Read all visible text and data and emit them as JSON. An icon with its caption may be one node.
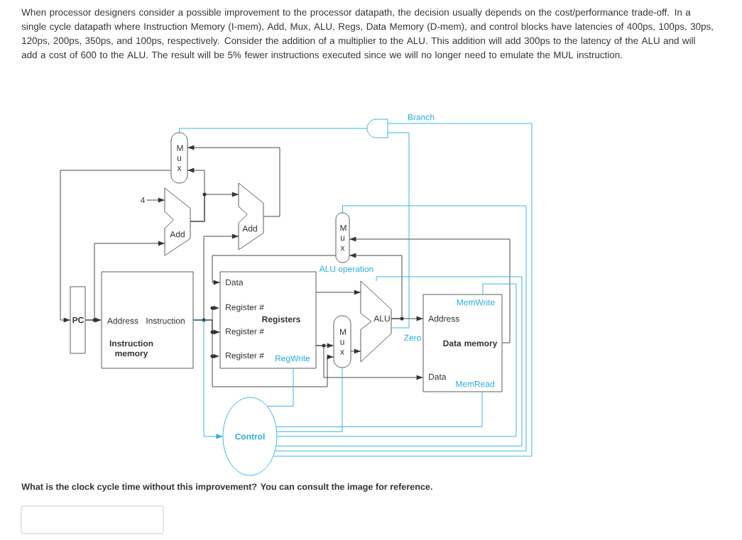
{
  "diagram": {
    "nodes": [
      {
        "text": [],
        "shape": "gate"
      },
      {
        "text": [
          "M u x"
        ]
      },
      {
        "text": [
          "4"
        ]
      },
      {
        "text": [
          "Add"
        ]
      },
      {
        "text": [
          "Add"
        ]
      },
      {
        "text": [
          "M u x"
        ]
      },
      {
        "text": [
          "PC"
        ]
      },
      {
        "text": [
          "Address",
          "Instruction",
          "Instruction memory"
        ]
      },
      {
        "text": [
          "Data",
          "Register #",
          "Registers",
          "Register #",
          "Register #",
          "RegWrite"
        ]
      },
      {
        "text": [
          "ALU"
        ]
      },
      {
        "text": [
          "M u x"
        ]
      },
      {
        "text": [
          "MemWrite",
          "Address",
          "Data memory",
          "Data",
          "MemRead"
        ]
      },
      {
        "text": [
          "Control"
        ]
      }
    ],
    "edges": [
      {
        "from": 1,
        "to": 6,
        "arrow": "to"
      },
      {
        "from": 6,
        "to": 7,
        "arrow": "to"
      },
      {
        "from": 6,
        "to": 3,
        "arrow": "to"
      },
      {
        "from": 2,
        "to": 3,
        "arrow": "to"
      },
      {
        "from": 3,
        "to": 1,
        "arrow": "to"
      },
      {
        "from": 3,
        "to": 4,
        "arrow": "to"
      },
      {
        "from": 4,
        "to": 1,
        "arrow": "to"
      },
      {
        "from": 7,
        "to": 4,
        "arrow": "to"
      },
      {
        "from": 7,
        "to": 8,
        "arrow": "to"
      },
      {
        "from": 7,
        "to": 10,
        "arrow": "to"
      },
      {
        "from": 8,
        "to": 9,
        "arrow": "to"
      },
      {
        "from": 8,
        "to": 10,
        "arrow": "to"
      },
      {
        "from": 8,
        "to": 11,
        "arrow": "to"
      },
      {
        "from": 10,
        "to": 9,
        "arrow": "to"
      },
      {
        "from": 9,
        "to": 11,
        "arrow": "to"
      },
      {
        "from": 9,
        "to": 5,
        "arrow": "to"
      },
      {
        "from": 11,
        "to": 5,
        "arrow": "to"
      },
      {
        "from": 5,
        "to": 8,
        "arrow": "to"
      },
      {
        "from": 7,
        "to": 12,
        "arrow": "to",
        "color": "#29abe2"
      },
      {
        "from": 12,
        "to": 8,
        "arrow": "none",
        "color": "#29abe2"
      },
      {
        "from": 12,
        "to": 0,
        "arrow": "none",
        "label": "Branch",
        "color": "#29abe2"
      },
      {
        "from": 9,
        "to": 0,
        "arrow": "none",
        "label": "Zero",
        "color": "#29abe2"
      },
      {
        "from": 0,
        "to": 1,
        "arrow": "none",
        "color": "#29abe2"
      },
      {
        "from": 12,
        "to": 5,
        "arrow": "none",
        "color": "#29abe2"
      },
      {
        "from": 12,
        "to": 10,
        "arrow": "none",
        "color": "#29abe2"
      },
      {
        "from": 12,
        "to": 9,
        "arrow": "none",
        "label": "ALU operation",
        "color": "#29abe2"
      },
      {
        "from": 12,
        "to": 11,
        "arrow": "none",
        "color": "#29abe2"
      },
      {
        "from": 12,
        "to": 11,
        "arrow": "none",
        "color": "#29abe2"
      }
    ],
    "labels": [
      "When processor designers consider a possible improvement to the processor datapath, the decision usually depends on the cost/performance trade-off. In a single cycle datapath where Instruction Memory (I-mem), Add, Mux, ALU, Regs, Data Memory (D-mem), and control blocks have latencies of 400ps, 100ps, 30ps, 120ps, 200ps, 350ps, and 100ps, respectively. Consider the addition of a multiplier to the ALU. This addition will add 300ps to the latency of the ALU and will add a cost of 600 to the ALU. The result will be 5% fewer instructions executed since we will no longer need to emulate the MUL instruction.",
      "What is the clock cycle time without this improvement? You can consult the image for reference."
    ]
  }
}
